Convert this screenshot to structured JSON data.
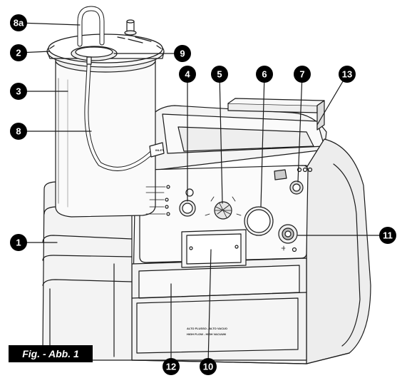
{
  "figure": {
    "caption": "Fig. - Abb. 1"
  },
  "device_labels": {
    "inlet": "INLET",
    "front_line1": "ALTO FLUSSO - ALTO VACUO",
    "front_line2": "HIGH FLOW - HIGH VACUUM"
  },
  "callouts": [
    {
      "key": "c8a",
      "label": "8a"
    },
    {
      "key": "c2",
      "label": "2"
    },
    {
      "key": "c9",
      "label": "9"
    },
    {
      "key": "c3",
      "label": "3"
    },
    {
      "key": "c4",
      "label": "4"
    },
    {
      "key": "c5",
      "label": "5"
    },
    {
      "key": "c6",
      "label": "6"
    },
    {
      "key": "c7",
      "label": "7"
    },
    {
      "key": "c13",
      "label": "13"
    },
    {
      "key": "c8",
      "label": "8"
    },
    {
      "key": "c1",
      "label": "1"
    },
    {
      "key": "c11",
      "label": "11"
    },
    {
      "key": "c12",
      "label": "12"
    },
    {
      "key": "c10",
      "label": "10"
    }
  ]
}
